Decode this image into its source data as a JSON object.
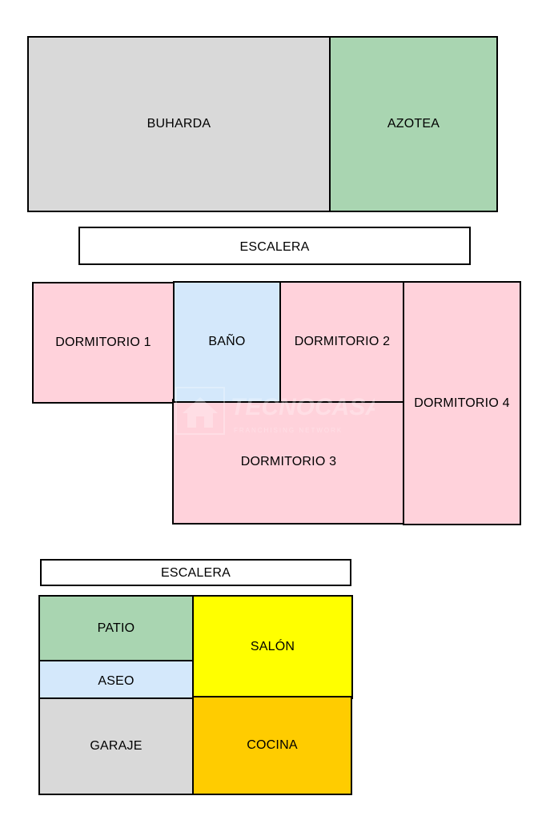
{
  "floors": {
    "upper": {
      "buharda": {
        "label": "BUHARDA",
        "color": "#d9d9d9"
      },
      "azotea": {
        "label": "AZOTEA",
        "color": "#a9d5b1"
      },
      "escalera": {
        "label": "ESCALERA",
        "color": "#ffffff"
      }
    },
    "first": {
      "dormitorio1": {
        "label": "DORMITORIO 1",
        "color": "#ffd2db"
      },
      "bano": {
        "label": "BAÑO",
        "color": "#d4e8fb"
      },
      "dormitorio2": {
        "label": "DORMITORIO 2",
        "color": "#ffd2db"
      },
      "dormitorio3": {
        "label": "DORMITORIO 3",
        "color": "#ffd2db"
      },
      "dormitorio4": {
        "label": "DORMITORIO 4",
        "color": "#ffd2db"
      }
    },
    "ground": {
      "escalera": {
        "label": "ESCALERA",
        "color": "#ffffff"
      },
      "patio": {
        "label": "PATIO",
        "color": "#a9d5b1"
      },
      "aseo": {
        "label": "ASEO",
        "color": "#d4e8fb"
      },
      "garaje": {
        "label": "GARAJE",
        "color": "#d9d9d9"
      },
      "salon": {
        "label": "SALÓN",
        "color": "#ffff00"
      },
      "cocina": {
        "label": "COCINA",
        "color": "#ffcc00"
      }
    }
  },
  "watermark": {
    "brand": "TECNOCASA",
    "tagline": "FRANCHISING NETWORK",
    "icon": "house-logo-icon"
  }
}
